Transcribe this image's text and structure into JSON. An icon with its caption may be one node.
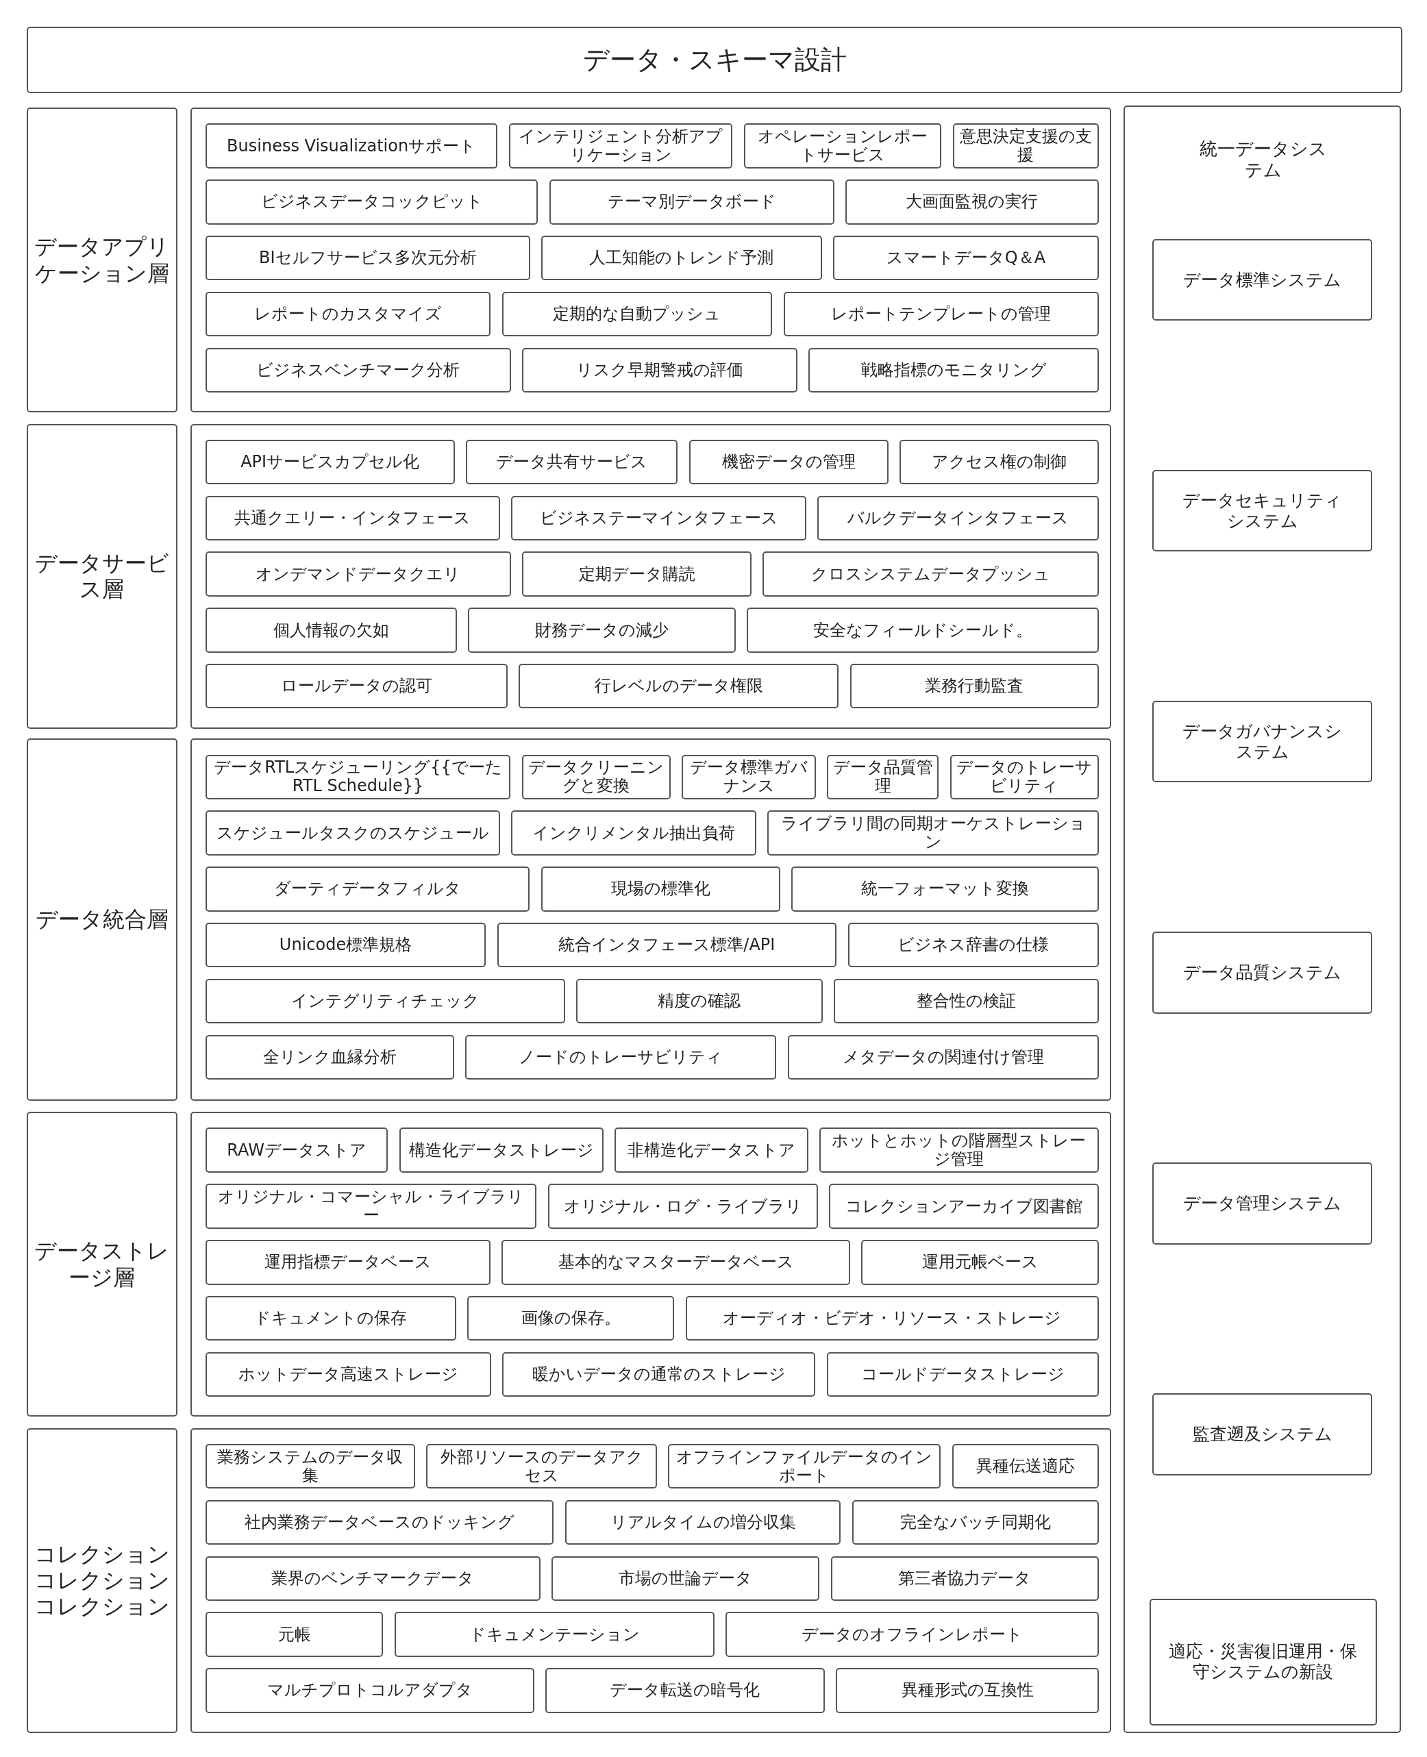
{
  "diagram": {
    "title": "データ・スキーマ設計",
    "nodes": [
      {
        "text": [
          "データアプリケーション層"
        ]
      },
      {
        "text": [],
        "shape": "box"
      },
      {
        "text": [
          "Business Visualizationサポート"
        ],
        "in": 1
      },
      {
        "text": [
          "インテリジェント分析アプリケーション"
        ],
        "in": 1
      },
      {
        "text": [
          "オペレーションレポートサービス"
        ],
        "in": 1
      },
      {
        "text": [
          "意思決定支援の支援"
        ],
        "in": 1
      },
      {
        "text": [
          "ビジネスデータコックピット"
        ],
        "in": 1
      },
      {
        "text": [
          "テーマ別データボード"
        ],
        "in": 1
      },
      {
        "text": [
          "大画面監視の実行"
        ],
        "in": 1
      },
      {
        "text": [
          "BIセルフサービス多次元分析"
        ],
        "in": 1
      },
      {
        "text": [
          "人工知能のトレンド予測"
        ],
        "in": 1
      },
      {
        "text": [
          "スマートデータQ＆A"
        ],
        "in": 1
      },
      {
        "text": [
          "レポートのカスタマイズ"
        ],
        "in": 1
      },
      {
        "text": [
          "定期的な自動プッシュ"
        ],
        "in": 1
      },
      {
        "text": [
          "レポートテンプレートの管理"
        ],
        "in": 1
      },
      {
        "text": [
          "ビジネスベンチマーク分析"
        ],
        "in": 1
      },
      {
        "text": [
          "リスク早期警戒の評価"
        ],
        "in": 1
      },
      {
        "text": [
          "戦略指標のモニタリング"
        ],
        "in": 1
      },
      {
        "text": [
          "データサービス層"
        ]
      },
      {
        "text": [],
        "shape": "box"
      },
      {
        "text": [
          "APIサービスカプセル化"
        ],
        "in": 19
      },
      {
        "text": [
          "データ共有サービス"
        ],
        "in": 19
      },
      {
        "text": [
          "機密データの管理"
        ],
        "in": 19
      },
      {
        "text": [
          "アクセス権の制御"
        ],
        "in": 19
      },
      {
        "text": [
          "共通クエリー・インタフェース"
        ],
        "in": 19
      },
      {
        "text": [
          "ビジネステーマインタフェース"
        ],
        "in": 19
      },
      {
        "text": [
          "バルクデータインタフェース"
        ],
        "in": 19
      },
      {
        "text": [
          "オンデマンドデータクエリ"
        ],
        "in": 19
      },
      {
        "text": [
          "定期データ購読"
        ],
        "in": 19
      },
      {
        "text": [
          "クロスシステムデータプッシュ"
        ],
        "in": 19
      },
      {
        "text": [
          "個人情報の欠如"
        ],
        "in": 19
      },
      {
        "text": [
          "財務データの減少"
        ],
        "in": 19
      },
      {
        "text": [
          "安全なフィールドシールド。"
        ],
        "in": 19
      },
      {
        "text": [
          "ロールデータの認可"
        ],
        "in": 19
      },
      {
        "text": [
          "行レベルのデータ権限"
        ],
        "in": 19
      },
      {
        "text": [
          "業務行動監査"
        ],
        "in": 19
      },
      {
        "text": [
          "データ統合層"
        ]
      },
      {
        "text": [],
        "shape": "box"
      },
      {
        "text": [
          "データRTLスケジューリング{{でーたRTL Schedule}}"
        ],
        "in": 37
      },
      {
        "text": [
          "データクリーニングと変換"
        ],
        "in": 37
      },
      {
        "text": [
          "データ標準ガバナンス"
        ],
        "in": 37
      },
      {
        "text": [
          "データ品質管理"
        ],
        "in": 37
      },
      {
        "text": [
          "データのトレーサビリティ"
        ],
        "in": 37
      },
      {
        "text": [
          "スケジュールタスクのスケジュール"
        ],
        "in": 37
      },
      {
        "text": [
          "インクリメンタル抽出負荷"
        ],
        "in": 37
      },
      {
        "text": [
          "ライブラリ間の同期オーケストレーション"
        ],
        "in": 37
      },
      {
        "text": [
          "ダーティデータフィルタ"
        ],
        "in": 37
      },
      {
        "text": [
          "現場の標準化"
        ],
        "in": 37
      },
      {
        "text": [
          "統一フォーマット変換"
        ],
        "in": 37
      },
      {
        "text": [
          "Unicode標準規格"
        ],
        "in": 37
      },
      {
        "text": [
          "統合インタフェース標準/API"
        ],
        "in": 37
      },
      {
        "text": [
          "ビジネス辞書の仕様"
        ],
        "in": 37
      },
      {
        "text": [
          "インテグリティチェック"
        ],
        "in": 37
      },
      {
        "text": [
          "精度の確認"
        ],
        "in": 37
      },
      {
        "text": [
          "整合性の検証"
        ],
        "in": 37
      },
      {
        "text": [
          "全リンク血縁分析"
        ],
        "in": 37
      },
      {
        "text": [
          "ノードのトレーサビリティ"
        ],
        "in": 37
      },
      {
        "text": [
          "メタデータの関連付け管理"
        ],
        "in": 37
      },
      {
        "text": [
          "データストレージ層"
        ]
      },
      {
        "text": [],
        "shape": "box"
      },
      {
        "text": [
          "RAWデータストア"
        ],
        "in": 59
      },
      {
        "text": [
          "構造化データストレージ"
        ],
        "in": 59
      },
      {
        "text": [
          "非構造化データストア"
        ],
        "in": 59
      },
      {
        "text": [
          "ホットとホットの階層型ストレージ管理"
        ],
        "in": 59
      },
      {
        "text": [
          "オリジナル・コマーシャル・ライブラリー"
        ],
        "in": 59
      },
      {
        "text": [
          "オリジナル・ログ・ライブラリ"
        ],
        "in": 59
      },
      {
        "text": [
          "コレクションアーカイブ図書館"
        ],
        "in": 59
      },
      {
        "text": [
          "運用指標データベース"
        ],
        "in": 59
      },
      {
        "text": [
          "基本的なマスターデータベース"
        ],
        "in": 59
      },
      {
        "text": [
          "運用元帳ベース"
        ],
        "in": 59
      },
      {
        "text": [
          "ドキュメントの保存"
        ],
        "in": 59
      },
      {
        "text": [
          "画像の保存。"
        ],
        "in": 59
      },
      {
        "text": [
          "オーディオ・ビデオ・リソース・ストレージ"
        ],
        "in": 59
      },
      {
        "text": [
          "ホットデータ高速ストレージ"
        ],
        "in": 59
      },
      {
        "text": [
          "暖かいデータの通常のストレージ"
        ],
        "in": 59
      },
      {
        "text": [
          "コールドデータストレージ"
        ],
        "in": 59
      },
      {
        "text": [
          "コレクションコレクションコレクション"
        ]
      },
      {
        "text": [],
        "shape": "box"
      },
      {
        "text": [
          "業務システムのデータ収集"
        ],
        "in": 77
      },
      {
        "text": [
          "外部リソースのデータアクセス"
        ],
        "in": 77
      },
      {
        "text": [
          "オフラインファイルデータのインポート"
        ],
        "in": 77
      },
      {
        "text": [
          "異種伝送適応"
        ],
        "in": 77
      },
      {
        "text": [
          "社内業務データベースのドッキング"
        ],
        "in": 77
      },
      {
        "text": [
          "リアルタイムの増分収集"
        ],
        "in": 77
      },
      {
        "text": [
          "完全なバッチ同期化"
        ],
        "in": 77
      },
      {
        "text": [
          "業界のベンチマークデータ"
        ],
        "in": 77
      },
      {
        "text": [
          "市場の世論データ"
        ],
        "in": 77
      },
      {
        "text": [
          "第三者協力データ"
        ],
        "in": 77
      },
      {
        "text": [
          "元帳"
        ],
        "in": 77
      },
      {
        "text": [
          "ドキュメンテーション"
        ],
        "in": 77
      },
      {
        "text": [
          "データのオフラインレポート"
        ],
        "in": 77
      },
      {
        "text": [
          "マルチプロトコルアダプタ"
        ],
        "in": 77
      },
      {
        "text": [
          "データ転送の暗号化"
        ],
        "in": 77
      },
      {
        "text": [
          "異種形式の互換性"
        ],
        "in": 77
      },
      {
        "text": [
          "統一データシステム"
        ]
      },
      {
        "text": [
          "データ標準システム"
        ],
        "in": 94
      },
      {
        "text": [
          "データセキュリティシステム"
        ],
        "in": 94
      },
      {
        "text": [
          "データガバナンスシステム"
        ],
        "in": 94
      },
      {
        "text": [
          "データ品質システム"
        ],
        "in": 94
      },
      {
        "text": [
          "データ管理システム"
        ],
        "in": 94
      },
      {
        "text": [
          "監査遡及システム"
        ],
        "in": 94
      },
      {
        "text": [
          "適応・災害復旧運用・保守システムの新設"
        ],
        "in": 94
      }
    ],
    "edges": []
  }
}
